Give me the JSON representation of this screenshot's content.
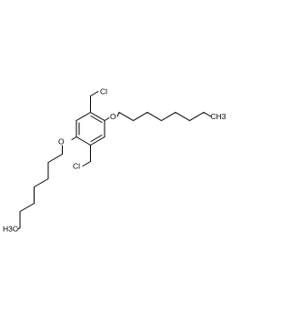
{
  "molecule": {
    "atoms": {
      "cl_top": "Cl",
      "o_right": "O",
      "ch3_right": "CH3",
      "cl_bottom": "Cl",
      "o_left": "O",
      "h3c_left": "H3C"
    }
  },
  "colors": {
    "bond": "#000000",
    "text": "#000000",
    "background": "#ffffff"
  }
}
